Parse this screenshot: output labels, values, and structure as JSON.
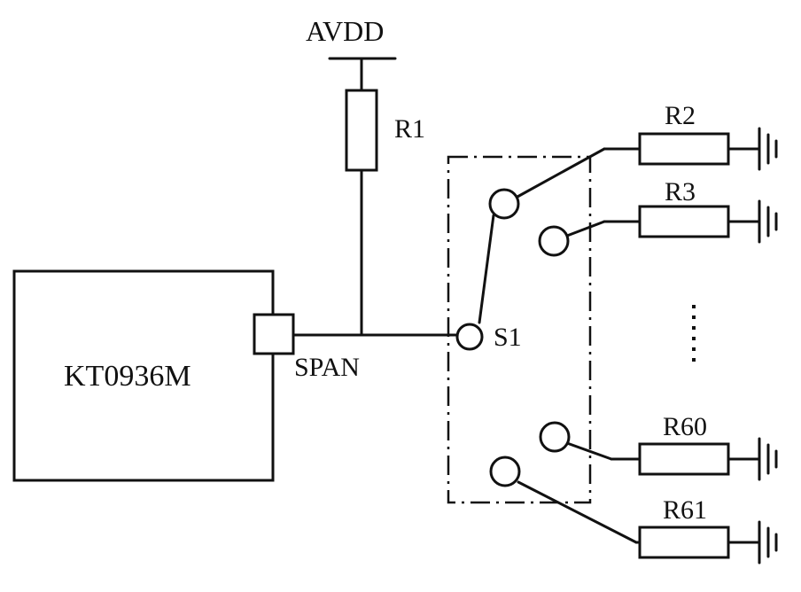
{
  "power_label": "AVDD",
  "chip_label": "KT0936M",
  "pin_label": "SPAN",
  "switch_label": "S1",
  "resistors": {
    "r1": "R1",
    "r2": "R2",
    "r3": "R3",
    "r60": "R60",
    "r61": "R61"
  },
  "ellipsis": "......"
}
